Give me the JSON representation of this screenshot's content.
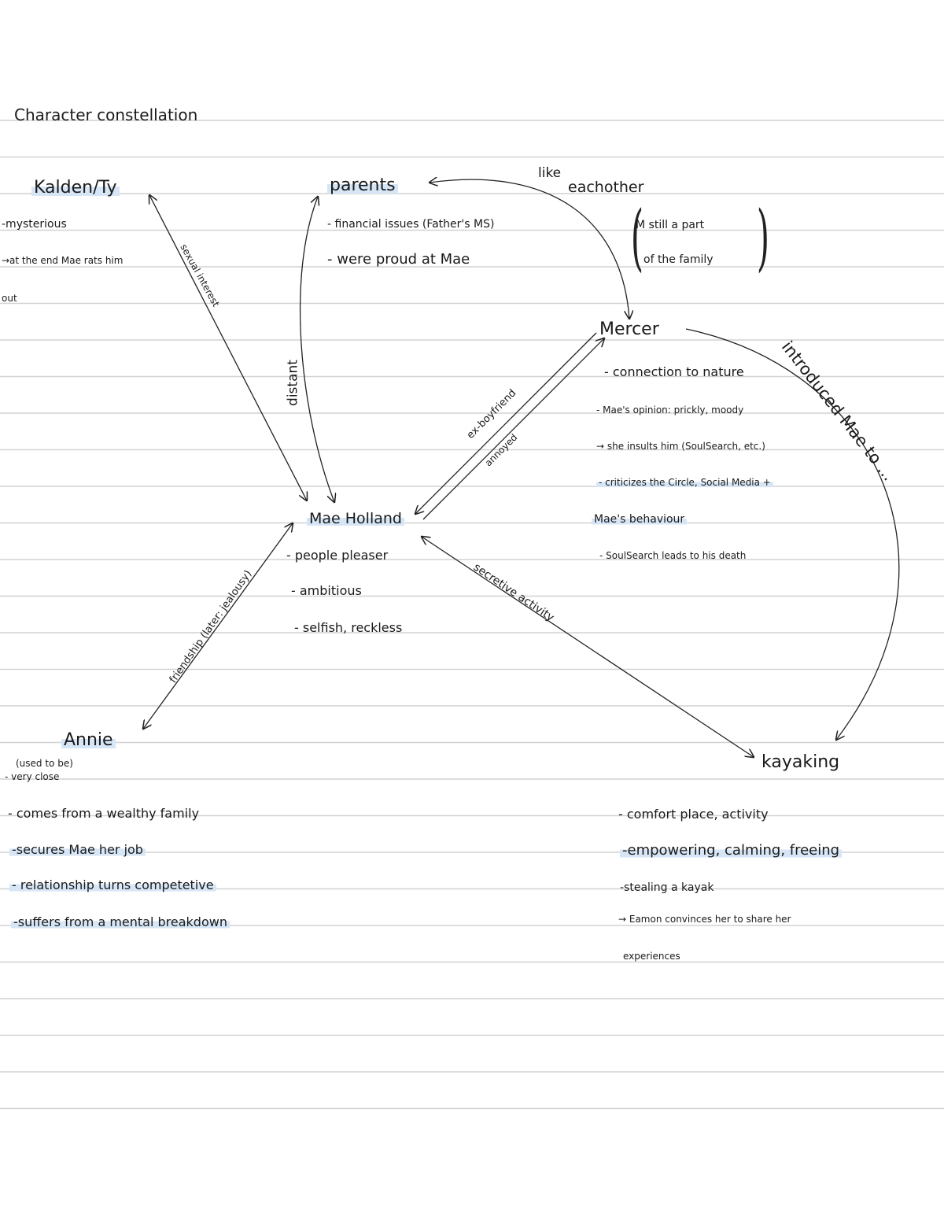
{
  "title": "Character constellation",
  "nodes": {
    "kalden": {
      "name": "Kalden/Ty",
      "notes": [
        "-mysterious",
        "→at the end Mae rats him",
        "out"
      ]
    },
    "parents": {
      "name": "parents",
      "notes": [
        "- financial issues (Father's MS)",
        "- were proud at Mae"
      ],
      "side_note": [
        "M still a part",
        "of the family"
      ]
    },
    "mercer": {
      "name": "Mercer",
      "notes": [
        "- connection to nature",
        "- Mae's opinion: prickly, moody",
        "→ she insults him (SoulSearch, etc.)",
        "- criticizes the Circle, Social Media +",
        "Mae's behaviour",
        "- SoulSearch leads to his death"
      ]
    },
    "mae": {
      "name": "Mae Holland",
      "notes": [
        "- people pleaser",
        "- ambitious",
        "- selfish, reckless"
      ]
    },
    "annie": {
      "name": "Annie",
      "notes": [
        "(used to be)",
        "- very close",
        "- comes from a wealthy family",
        "-secures Mae her job",
        "- relationship turns competetive",
        "-suffers from a mental breakdown"
      ]
    },
    "kayaking": {
      "name": "kayaking",
      "notes": [
        "- comfort place, activity",
        "-empowering, calming, freeing",
        "-stealing a kayak",
        "→ Eamon convinces her to share her",
        "experiences"
      ]
    }
  },
  "relations": {
    "kalden_mae": "sexual interest",
    "parents_mae": "distant",
    "parents_mercer_a": "like",
    "parents_mercer_b": "eachother",
    "mae_mercer_a": "ex-boyfriend",
    "mae_mercer_b": "annoyed",
    "mercer_kayaking": "introduced Mae to ...",
    "mae_annie": "friendship (later: jealousy)",
    "mae_kayaking": "secretive activity"
  }
}
